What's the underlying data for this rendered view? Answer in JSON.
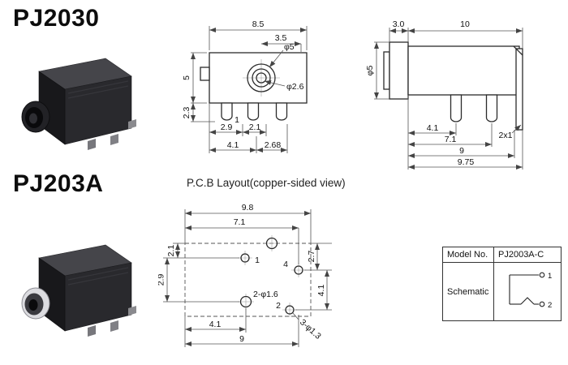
{
  "titles": {
    "product1": "PJ2030",
    "product2": "PJ203A"
  },
  "labels": {
    "pcb_layout": "P.C.B Layout(copper-sided view)"
  },
  "colors": {
    "line": "#333333",
    "text": "#111111",
    "body_dark": "#242428",
    "chrome": "#dcdce0"
  },
  "front_view": {
    "overall_width": "8.5",
    "notch_width": "3.5",
    "barrel_dia": "φ5",
    "inner_dia": "φ2.6",
    "body_height": "5",
    "pin_length": "2.3",
    "pin1": "1",
    "pitch_a": "2.9",
    "pitch_b": "2.1",
    "span_a": "4.1",
    "span_b": "2.68"
  },
  "side_view": {
    "flange_depth": "3.0",
    "body_length": "10",
    "barrel_dia": "φ5",
    "pin_a": "4.1",
    "pin_b": "7.1",
    "pin_c": "9",
    "overall": "9.75",
    "leg_size": "2x1"
  },
  "pcb_view": {
    "width": "9.8",
    "hole_span": "7.1",
    "top_offset": "2.1",
    "left_offset": "2.9",
    "right_top": "2.7",
    "right_bottom": "4.1",
    "bottom_a": "4.1",
    "bottom_b": "9",
    "mount_holes": "2-φ1.6",
    "pin_holes": "3-φ1.3",
    "pin1": "1",
    "pin4": "4",
    "pin2": "2"
  },
  "spec_table": {
    "model_label": "Model No.",
    "model_value": "PJ2003A-C",
    "schematic_label": "Schematic",
    "pin_top": "1",
    "pin_bottom": "2"
  }
}
